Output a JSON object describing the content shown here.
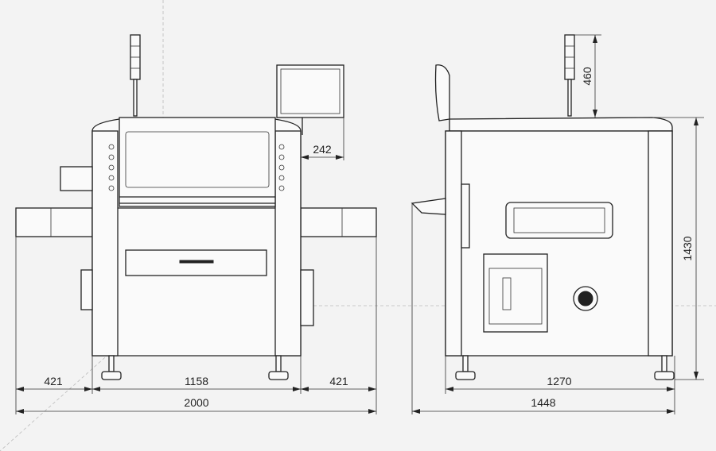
{
  "drawing": {
    "front_view": {
      "dimensions": {
        "left_conveyor": "421",
        "body_width": "1158",
        "right_conveyor": "421",
        "overall_width": "2000",
        "monitor_offset": "242"
      }
    },
    "side_view": {
      "dimensions": {
        "body_depth": "1270",
        "overall_depth": "1448",
        "overall_height": "1430",
        "tower_height": "460"
      }
    }
  },
  "colors": {
    "background": "#f3f3f3",
    "line": "#222222"
  }
}
